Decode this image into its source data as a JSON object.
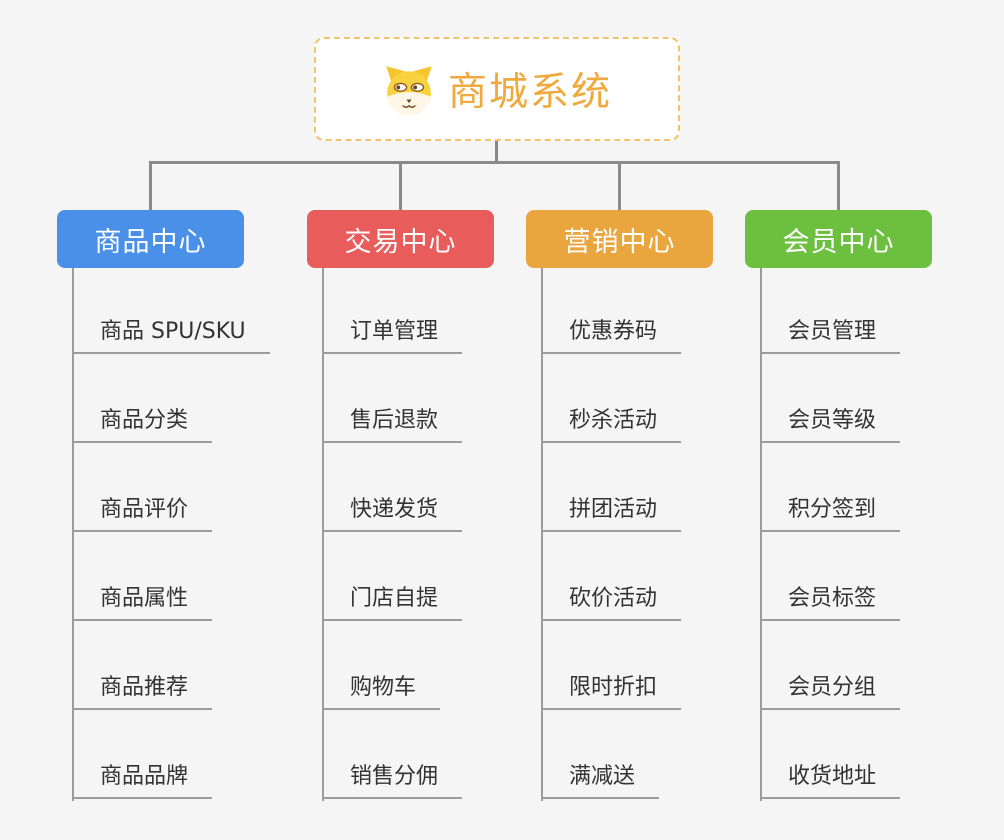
{
  "canvas": {
    "background": "#f5f5f6"
  },
  "root": {
    "title": "商城系统",
    "icon": "dog-face-icon",
    "text_color": "#efa93c",
    "border_color": "#f2c36b"
  },
  "connectors": {
    "color": "#8a8a8a",
    "child_line_color": "#9c9c9c"
  },
  "branches": [
    {
      "label": "商品中心",
      "color": "#4a90e8",
      "items": [
        "商品 SPU/SKU",
        "商品分类",
        "商品评价",
        "商品属性",
        "商品推荐",
        "商品品牌"
      ]
    },
    {
      "label": "交易中心",
      "color": "#e85c5c",
      "items": [
        "订单管理",
        "售后退款",
        "快递发货",
        "门店自提",
        "购物车",
        "销售分佣"
      ]
    },
    {
      "label": "营销中心",
      "color": "#eaa63e",
      "items": [
        "优惠券码",
        "秒杀活动",
        "拼团活动",
        "砍价活动",
        "限时折扣",
        "满减送"
      ]
    },
    {
      "label": "会员中心",
      "color": "#6dbf40",
      "items": [
        "会员管理",
        "会员等级",
        "积分签到",
        "会员标签",
        "会员分组",
        "收货地址"
      ]
    }
  ]
}
